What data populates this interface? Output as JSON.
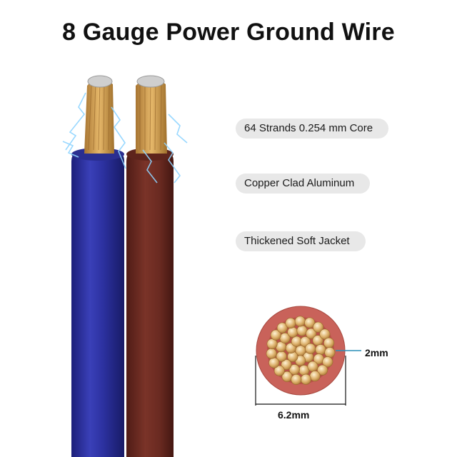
{
  "title": "8 Gauge Power Ground Wire",
  "features": [
    "64 Strands 0.254 mm Core",
    "Copper Clad Aluminum",
    "Thickened Soft Jacket"
  ],
  "cross_section": {
    "strand_label": "2mm",
    "diameter_label": "6.2mm"
  },
  "colors": {
    "blue_jacket": "#2a2f9a",
    "brown_jacket": "#6b2a22",
    "copper": "#d4a256",
    "cross_section_jacket": "#c9625a",
    "label_bg": "#e8e8e8",
    "dimension_line": "#2a8fb8"
  }
}
